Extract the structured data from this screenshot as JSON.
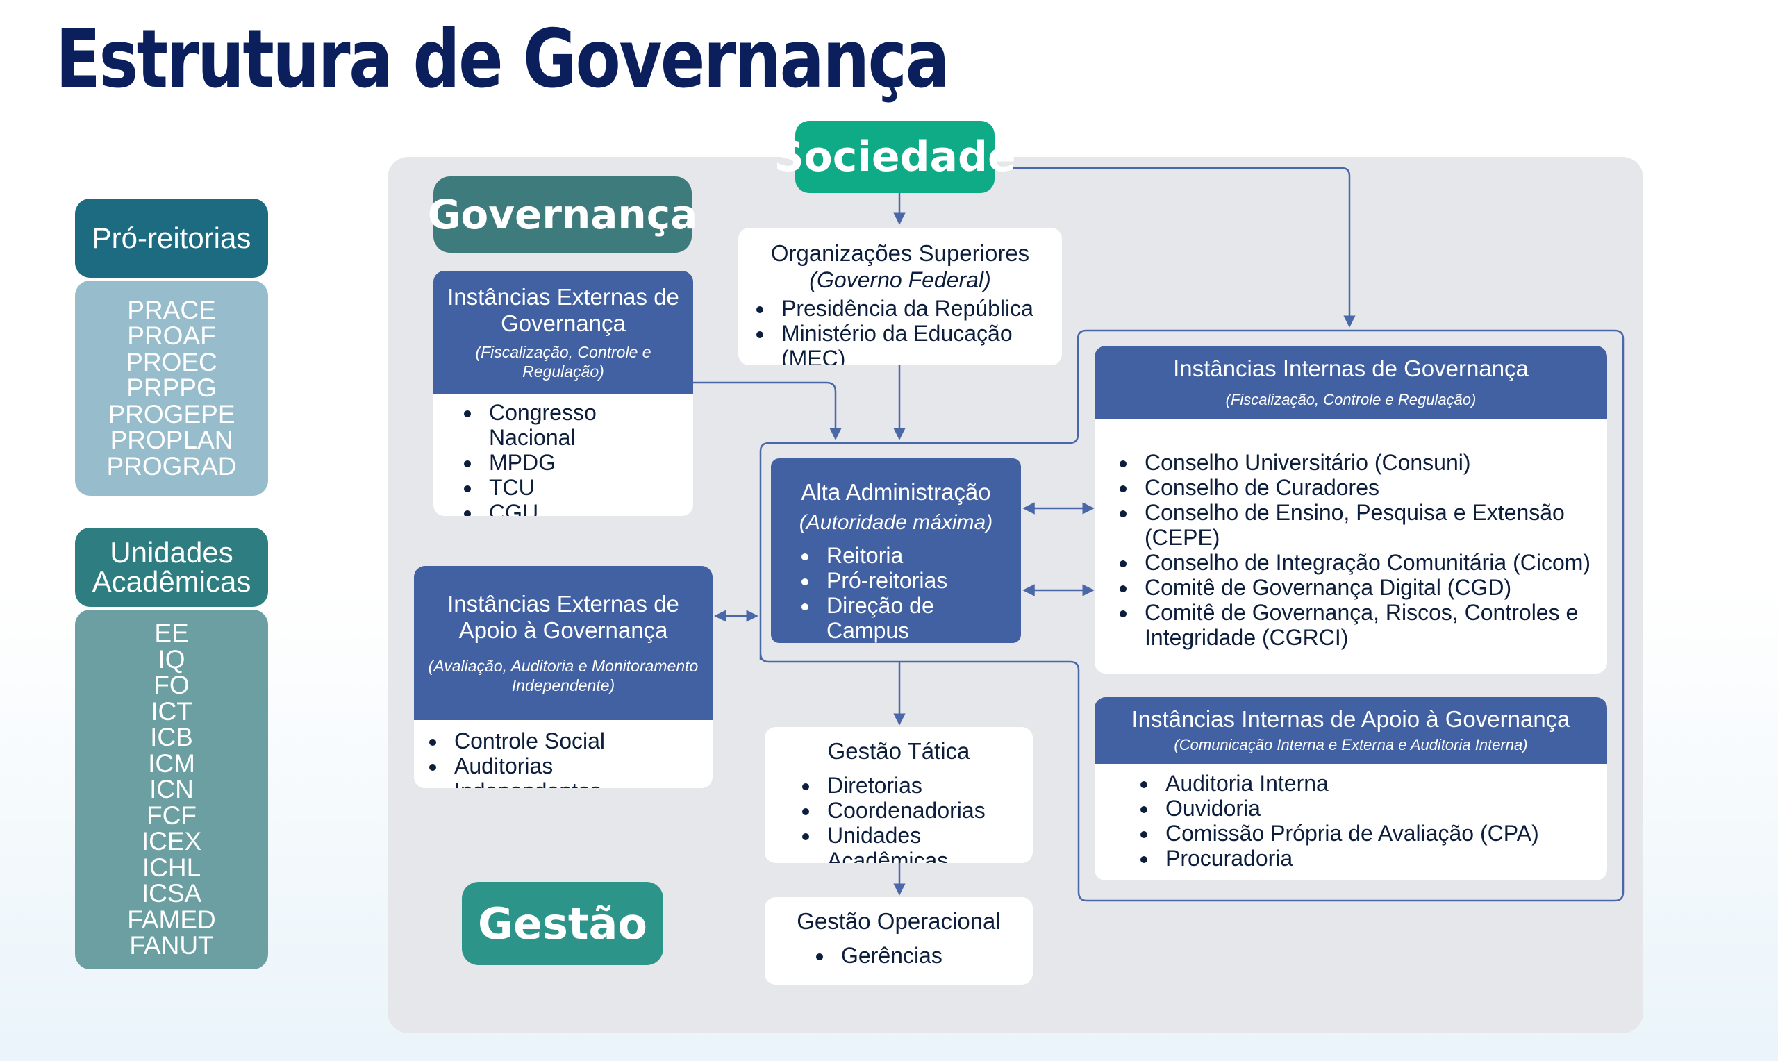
{
  "title": "Estrutura de Governança",
  "sidebar": {
    "pro_reitorias": {
      "label": "Pró-reitorias",
      "items": [
        "PRACE",
        "PROAF",
        "PROEC",
        "PRPPG",
        "PROGEPE",
        "PROPLAN",
        "PROGRAD"
      ]
    },
    "unidades": {
      "label_line1": "Unidades",
      "label_line2": "Acadêmicas",
      "items": [
        "EE",
        "IQ",
        "FO",
        "ICT",
        "ICB",
        "ICM",
        "ICN",
        "FCF",
        "ICEX",
        "ICHL",
        "ICSA",
        "FAMED",
        "FANUT"
      ]
    }
  },
  "diagram": {
    "sociedade": "Sociedade",
    "governanca_label": "Governança",
    "gestao_label": "Gestão",
    "org_superiores": {
      "title": "Organizações Superiores",
      "subtitle": "(Governo Federal)",
      "items": [
        "Presidência da República",
        "Ministério da Educação (MEC)"
      ]
    },
    "ext_governanca": {
      "title": "Instâncias Externas de Governança",
      "subtitle": "(Fiscalização, Controle e Regulação)",
      "items": [
        "Congresso Nacional",
        "MPDG",
        "TCU",
        "CGU"
      ]
    },
    "ext_apoio": {
      "title": "Instâncias Externas de Apoio à Governança",
      "subtitle": "(Avaliação, Auditoria e Monitoramento Independente)",
      "items": [
        "Controle Social",
        "Auditorias Independentes"
      ]
    },
    "alta_adm": {
      "title": "Alta Administração",
      "subtitle": "(Autoridade máxima)",
      "items": [
        "Reitoria",
        "Pró-reitorias",
        "Direção de Campus"
      ]
    },
    "int_governanca": {
      "title": "Instâncias Internas de Governança",
      "subtitle": "(Fiscalização, Controle e Regulação)",
      "items": [
        "Conselho Universitário (Consuni)",
        "Conselho de Curadores",
        "Conselho de Ensino, Pesquisa e Extensão (CEPE)",
        "Conselho de Integração Comunitária (Cicom)",
        "Comitê de Governança Digital (CGD)",
        "Comitê de Governança, Riscos, Controles e Integridade (CGRCI)"
      ]
    },
    "int_apoio": {
      "title": "Instâncias Internas de Apoio à Governança",
      "subtitle": "(Comunicação Interna e Externa e Auditoria Interna)",
      "items": [
        "Auditoria Interna",
        "Ouvidoria",
        "Comissão Própria de Avaliação (CPA)",
        "Procuradoria"
      ]
    },
    "gestao_tatica": {
      "title": "Gestão Tática",
      "items": [
        "Diretorias",
        "Coordenadorias",
        "Unidades Acadêmicas"
      ]
    },
    "gestao_operacional": {
      "title": "Gestão Operacional",
      "items": [
        "Gerências"
      ]
    }
  },
  "colors": {
    "title": "#0b1f5c",
    "card_header": "#4261a2",
    "sociedade": "#0eab86",
    "governanca": "#3e7b7c",
    "gestao": "#2d9489",
    "connector": "#4a67a8",
    "panel": "#e5e7ea"
  }
}
